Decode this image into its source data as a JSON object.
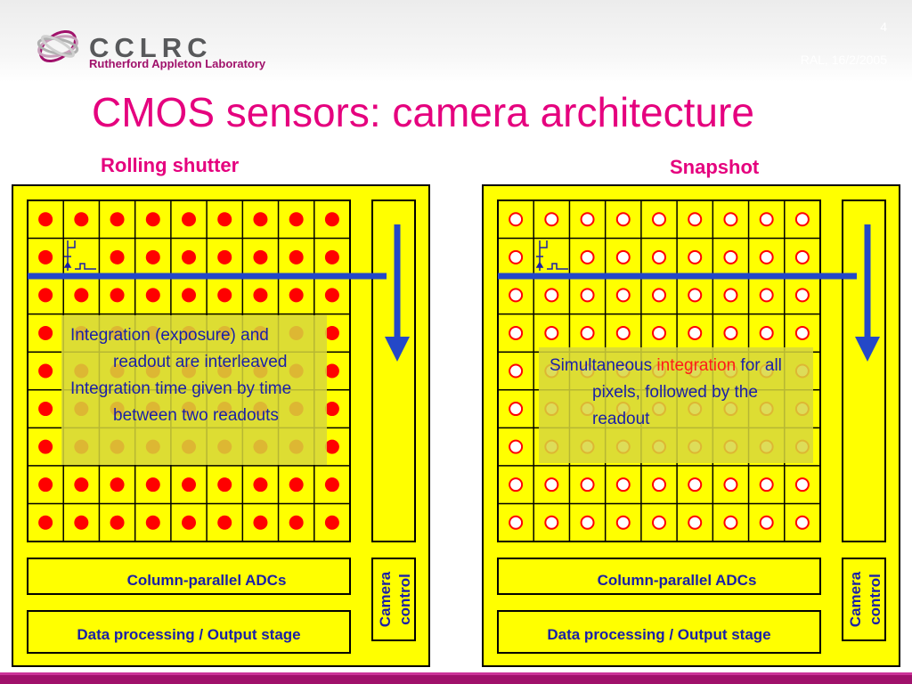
{
  "header": {
    "logo_text": "CCLRC",
    "logo_subtitle": "Rutherford Appleton Laboratory",
    "page_number": "4",
    "date": "RAL, 16/2/2005"
  },
  "title": "CMOS sensors: camera architecture",
  "panels": [
    {
      "heading": "Rolling shutter",
      "pixel_style": "filled",
      "adc_label": "Column-parallel ADCs",
      "output_label": "Data processing / Output stage",
      "control_label_1": "Camera",
      "control_label_2": "control",
      "note_line1": "Integration (exposure) and readout are interleaved",
      "note_line2": "Integration time given by time between two readouts"
    },
    {
      "heading": "Snapshot",
      "pixel_style": "hollow",
      "adc_label": "Column-parallel ADCs",
      "output_label": "Data processing / Output stage",
      "control_label_1": "Camera",
      "control_label_2": "control",
      "note_pre": "Simultaneous ",
      "note_hot": "integration",
      "note_post": " for all pixels, followed by the readout"
    }
  ],
  "grid": {
    "rows": 9,
    "cols": 9
  },
  "colors": {
    "panel_fill": "#ffff00",
    "pixel_red": "#ff0000",
    "arrow_blue": "#2448c8",
    "title_magenta": "#e5007e",
    "note_box": "#e6e632"
  }
}
